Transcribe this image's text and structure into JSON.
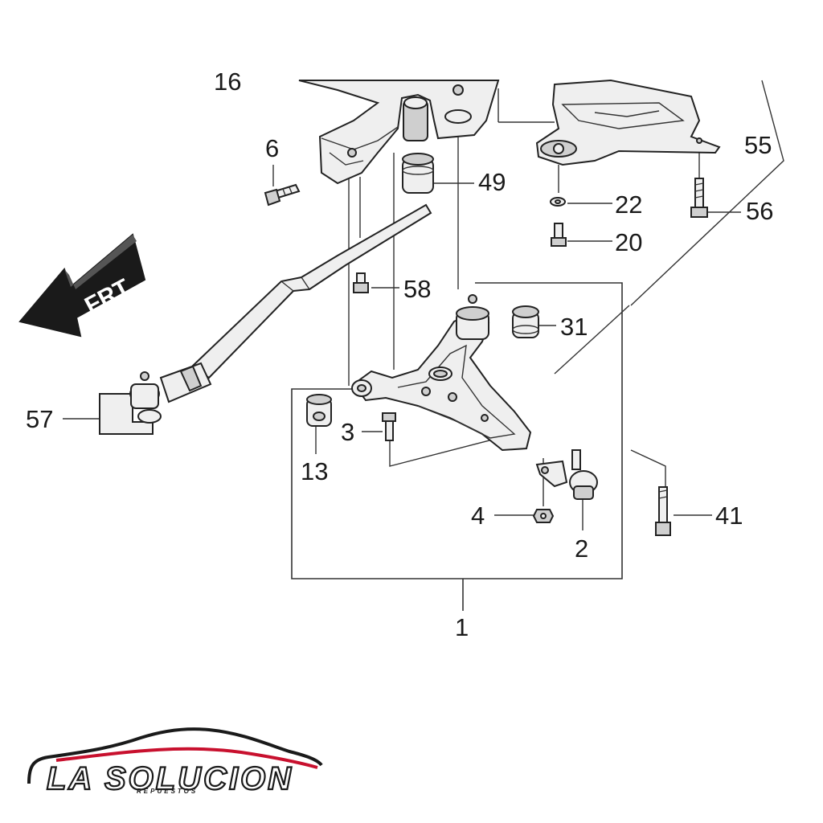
{
  "callouts": {
    "c16": "16",
    "c6": "6",
    "c49": "49",
    "c55": "55",
    "c22": "22",
    "c56": "56",
    "c20": "20",
    "c58": "58",
    "c31": "31",
    "c57": "57",
    "c3": "3",
    "c13": "13",
    "c4": "4",
    "c41": "41",
    "c2": "2",
    "c1": "1"
  },
  "direction_arrow": {
    "label": "FRT"
  },
  "logo": {
    "name": "LA SOLUCION",
    "tagline": "REPUESTOS",
    "accent_color": "#c8102e"
  }
}
